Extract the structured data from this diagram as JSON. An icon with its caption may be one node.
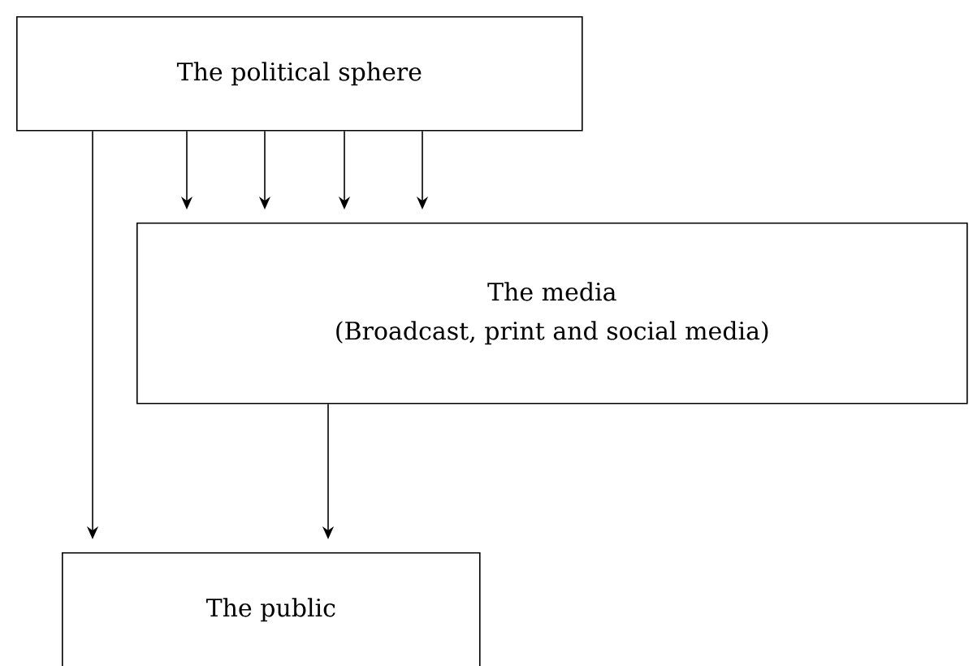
{
  "diagram": {
    "nodes": [
      {
        "text": [
          "The political sphere"
        ]
      },
      {
        "text": [
          "The media",
          "(Broadcast, print and social media)"
        ]
      },
      {
        "text": [
          "The public"
        ]
      }
    ],
    "edges": [
      {
        "from": 0,
        "to": 2,
        "arrow": "to"
      },
      {
        "from": 0,
        "to": 1,
        "arrow": "to"
      },
      {
        "from": 0,
        "to": 1,
        "arrow": "to"
      },
      {
        "from": 0,
        "to": 1,
        "arrow": "to"
      },
      {
        "from": 0,
        "to": 1,
        "arrow": "to"
      },
      {
        "from": 1,
        "to": 2,
        "arrow": "to"
      }
    ]
  }
}
